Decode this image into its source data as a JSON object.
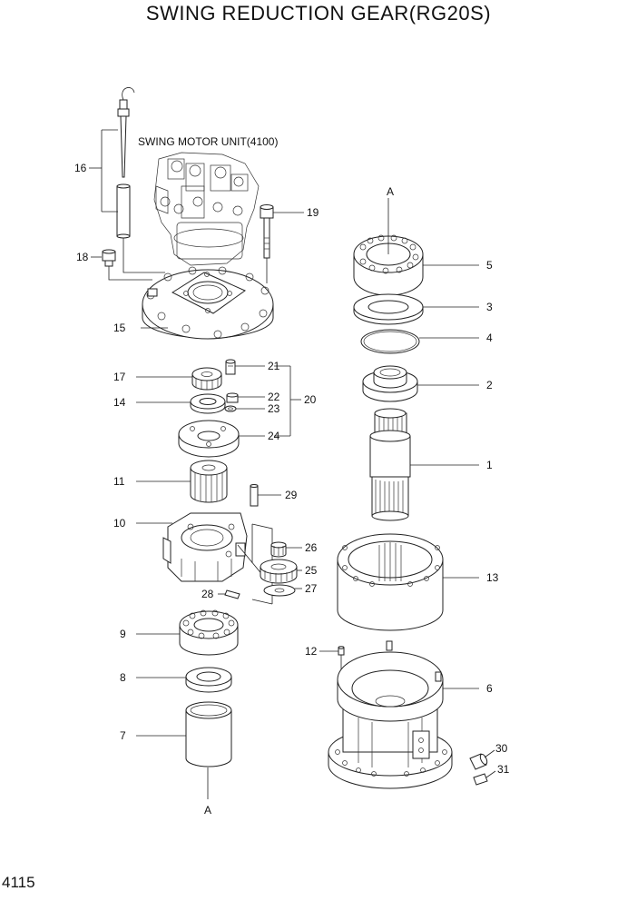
{
  "title": "SWING REDUCTION GEAR(RG20S)",
  "page_number": "4115",
  "motor_label": "SWING MOTOR UNIT(4100)",
  "ref_top": "A",
  "ref_bottom": "A",
  "callouts": [
    "1",
    "2",
    "3",
    "4",
    "5",
    "6",
    "7",
    "8",
    "9",
    "10",
    "11",
    "12",
    "13",
    "14",
    "15",
    "16",
    "17",
    "18",
    "19",
    "20",
    "21",
    "22",
    "23",
    "24",
    "25",
    "26",
    "27",
    "28",
    "29",
    "30",
    "31"
  ]
}
